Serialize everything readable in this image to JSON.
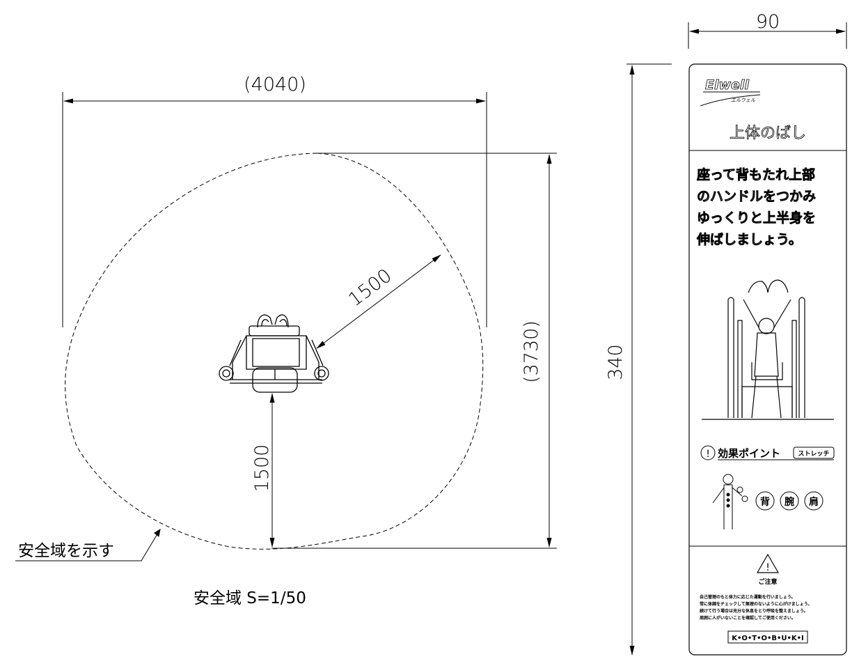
{
  "plan": {
    "width_dim": "(4040)",
    "depth_dim": "(3730)",
    "radius_diag": "1500",
    "radius_vert": "1500",
    "safety_zone_label": "安全域を示す",
    "caption": "安全域 S=1/50"
  },
  "sign": {
    "width_dim": "90",
    "height_dim": "340",
    "brand": "Elwell",
    "brand_kana": "エルウェル",
    "title": "上体のばし",
    "instructions": [
      "座って背もたれ上部",
      "のハンドルをつかみ",
      "ゆっくりと上半身を",
      "伸ばしましょう。"
    ],
    "effect_label": "効果ポイント",
    "effect_tag": "ストレッチ",
    "body_parts": [
      "背",
      "腕",
      "肩"
    ],
    "caution_title": "ご注意",
    "caution_lines": [
      "自己管理のもと体力に応じた運動を行いましょう。",
      "常に体調をチェックして無理のないように心がけましょう。",
      "続けて行う場合は充分な休息をとり呼吸を整えましょう。",
      "周囲に人がいないことを確認してご使用ください。"
    ],
    "maker": "K•O•T•O•B•U•K•I"
  }
}
